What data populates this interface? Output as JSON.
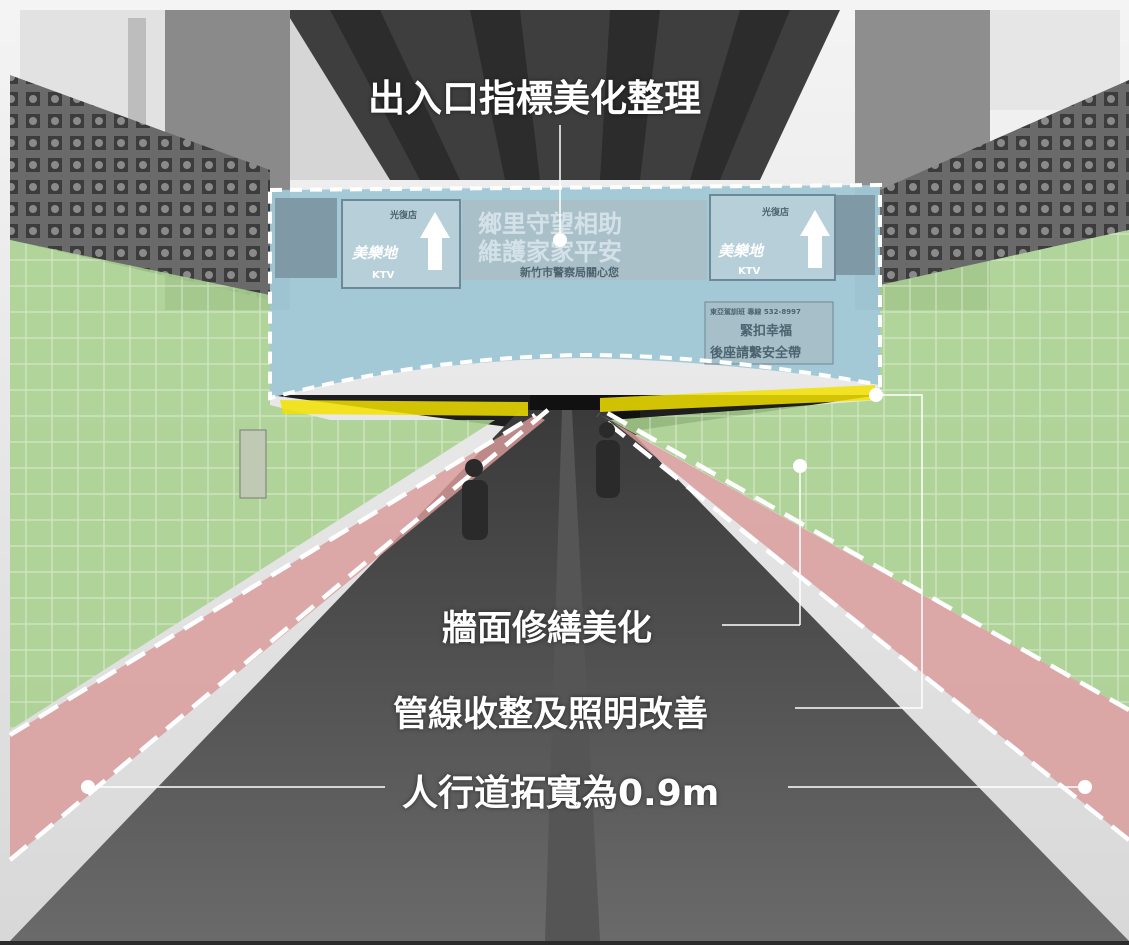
{
  "annotations": {
    "entrance_sign": "出入口指標美化整理",
    "wall_repair": "牆面修繕美化",
    "pipes_lighting": "管線收整及照明改善",
    "sidewalk": "人行道拓寬為0.9m"
  },
  "signboard": {
    "left_shop_tag": "光復店",
    "right_shop_tag": "光復店",
    "left_logo": "美樂地",
    "right_logo": "美樂地",
    "ktv_left": "KTV",
    "ktv_right": "KTV",
    "center_line1": "鄉里守望相助",
    "center_line2": "維護家家平安",
    "center_sub": "新竹市警察局關心您",
    "ad_small": "東亞駕訓班 專線 532-8997",
    "ad_line1": "緊扣幸福",
    "ad_line2": "後座請繫安全帶"
  },
  "colors": {
    "wall_overlay": "#a9d08e",
    "sidewalk_overlay": "#d99a9a",
    "lighting_overlay": "#f2e200",
    "sign_overlay": "#9fc7d6"
  }
}
